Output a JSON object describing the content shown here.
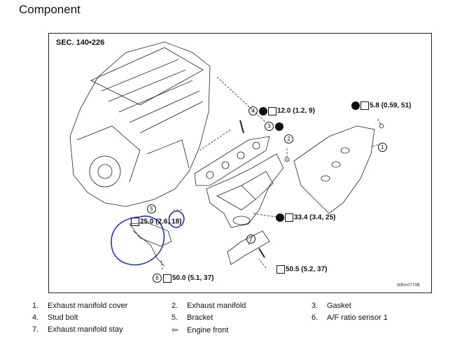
{
  "title": "Component",
  "diagram": {
    "section": "SEC. 140•226",
    "code": "WBIA0779B",
    "callouts": {
      "c4": {
        "num": "4",
        "torque": "12.0 (1.2, 9)"
      },
      "c3": {
        "num": "3"
      },
      "c2": {
        "num": "2"
      },
      "c1": {
        "num": "1"
      },
      "top": {
        "torque": "5.8 (0.59, 51)"
      },
      "c5": {
        "num": "5",
        "torque": "25.0 (2.6, 18)"
      },
      "mid": {
        "torque": "33.4 (3.4, 25)"
      },
      "c7": {
        "num": "7"
      },
      "c6": {
        "num": "6",
        "torque": "50.0 (5.1, 37)"
      },
      "bottom": {
        "torque": "50.5 (5.2, 37)"
      }
    }
  },
  "legend": [
    {
      "num": "1.",
      "text": "Exhaust manifold cover"
    },
    {
      "num": "2.",
      "text": "Exhaust manifold"
    },
    {
      "num": "3.",
      "text": "Gasket"
    },
    {
      "num": "4.",
      "text": "Stud bolt"
    },
    {
      "num": "5.",
      "text": "Bracket"
    },
    {
      "num": "6.",
      "text": "A/F ratio sensor 1"
    },
    {
      "num": "7.",
      "text": "Exhaust manifold stay"
    },
    {
      "num": "⇦",
      "text": "Engine front"
    }
  ],
  "annotation_color": "#1f2fd1"
}
